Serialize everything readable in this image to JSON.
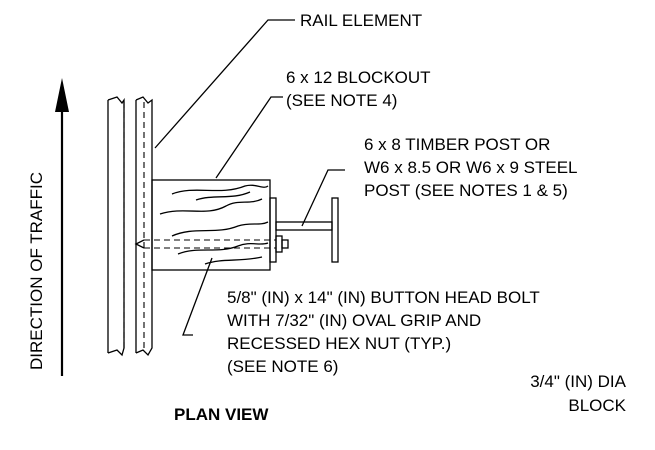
{
  "labels": {
    "rail_element": "RAIL ELEMENT",
    "blockout_line1": "6 x 12 BLOCKOUT",
    "blockout_line2": "(SEE NOTE 4)",
    "post_line1": "6 x 8 TIMBER POST OR",
    "post_line2": "W6 x 8.5 OR W6 x 9 STEEL",
    "post_line3": "POST  (SEE NOTES 1 & 5)",
    "bolt_line1": "5/8\" (IN) x 14\" (IN) BUTTON HEAD BOLT",
    "bolt_line2": "WITH 7/32\" (IN) OVAL GRIP AND",
    "bolt_line3": "RECESSED HEX NUT (TYP.)",
    "bolt_line4": "(SEE NOTE 6)",
    "traffic": "DIRECTION OF TRAFFIC",
    "title": "PLAN VIEW",
    "dia_line1": "3/4\" (IN) DIA",
    "dia_line2": "BLOCK"
  }
}
